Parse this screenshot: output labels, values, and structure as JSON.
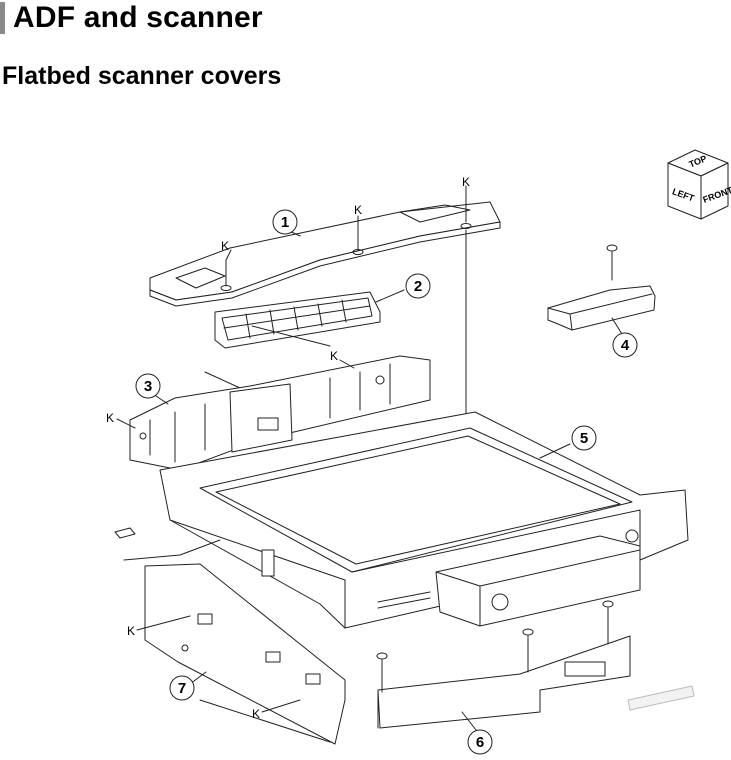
{
  "header": {
    "section_title": "ADF and scanner",
    "subsection_title": "Flatbed scanner covers"
  },
  "orientation_cube": {
    "top": "TOP",
    "left": "LEFT",
    "front": "FRONT"
  },
  "callouts": [
    "1",
    "2",
    "3",
    "4",
    "5",
    "6",
    "7"
  ],
  "screw_label": "K"
}
